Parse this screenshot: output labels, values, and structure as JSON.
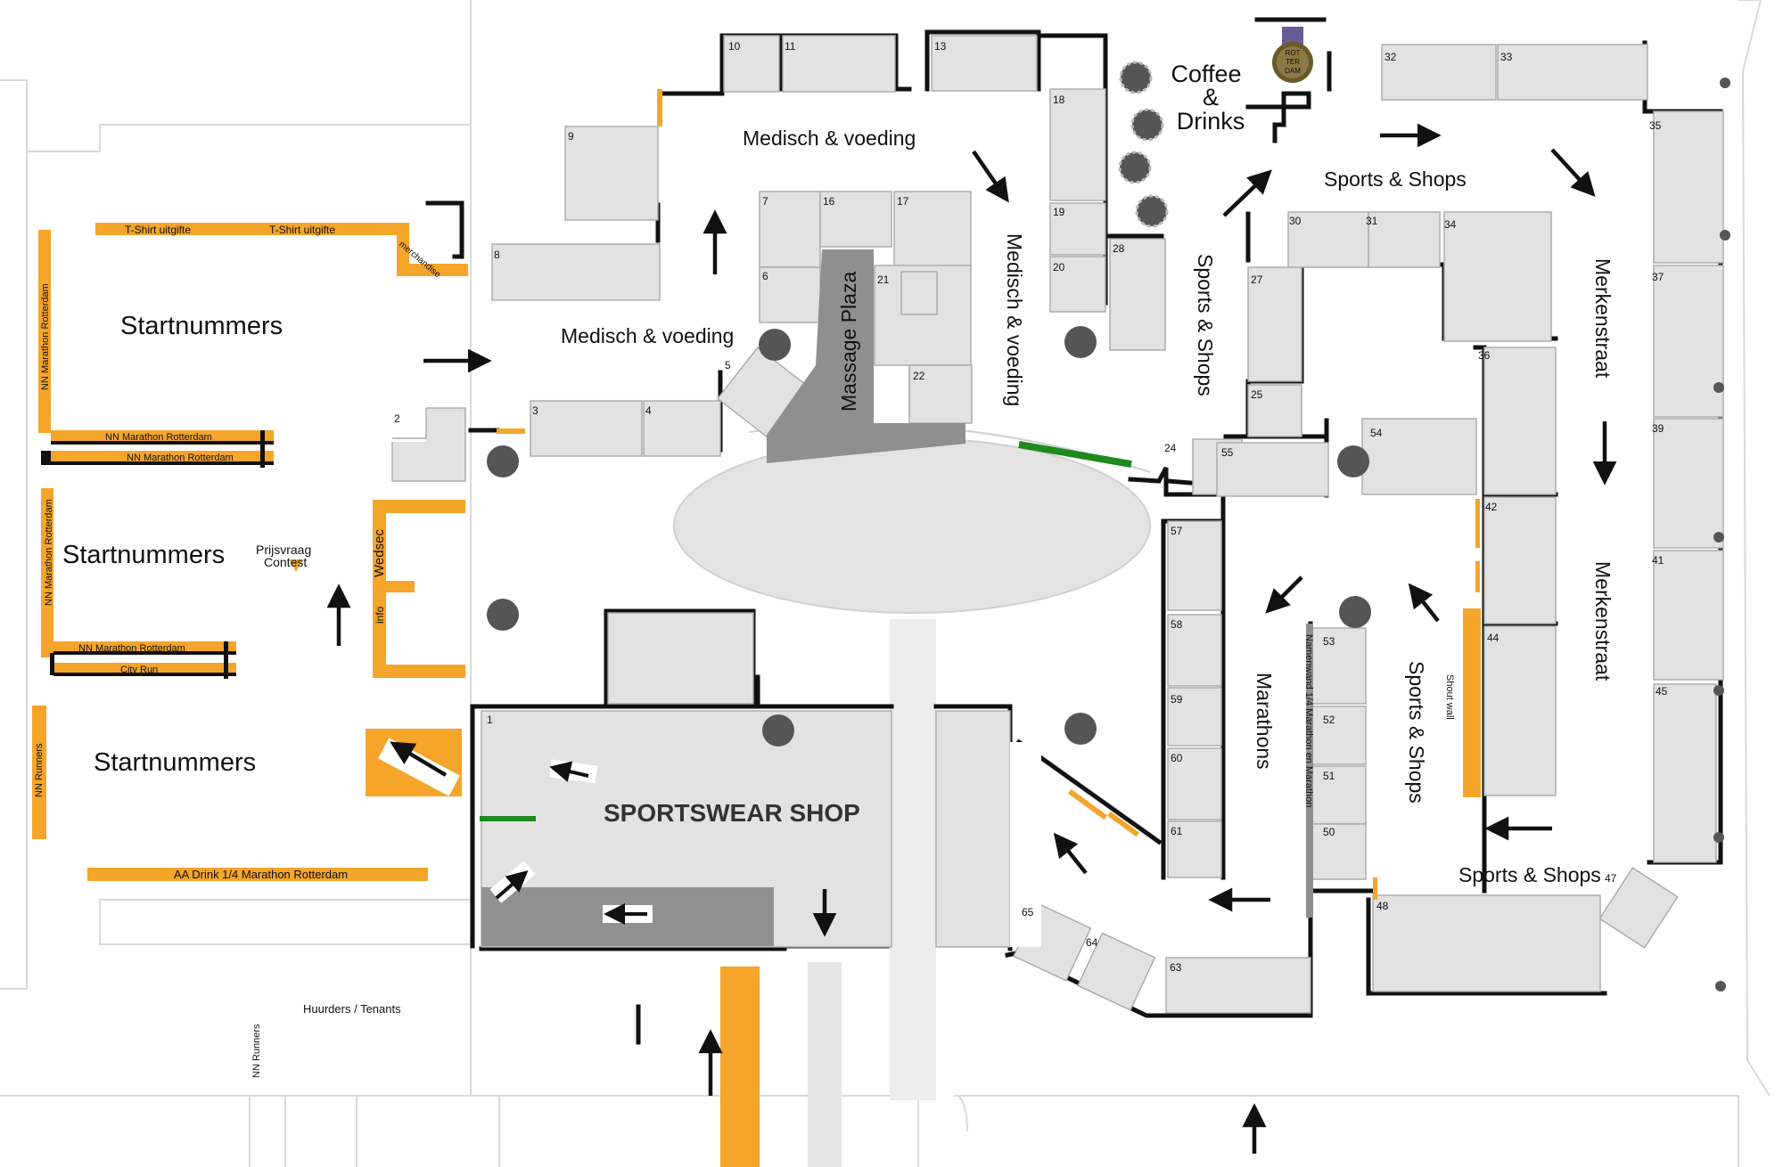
{
  "map": {
    "areas": {
      "startnummers_1": "Startnummers",
      "startnummers_2": "Startnummers",
      "startnummers_3": "Startnummers",
      "medisch_voeding_top": "Medisch & voeding",
      "medisch_voeding_mid": "Medisch & voeding",
      "medisch_voeding_vertical": "Medisch & voeding",
      "massage_plaza": "Massage Plaza",
      "coffee": "Coffee",
      "coffee_amp": "&",
      "drinks": "Drinks",
      "sports_shops_top": "Sports & Shops",
      "sports_shops_vertical": "Sports & Shops",
      "sports_shops_right_vertical": "Sports & Shops",
      "sports_shops_bottom": "Sports & Shops",
      "merkenstraat_1": "Merkenstraat",
      "merkenstraat_2": "Merkenstraat",
      "marathons": "Marathons",
      "sportswear_shop": "SPORTSWEAR SHOP"
    },
    "labels": {
      "tshirt_1": "T-Shirt uitgifte",
      "tshirt_2": "T-Shirt uitgifte",
      "merchandise": "merchandise",
      "nn_rotterdam_v1": "NN Marathon Rotterdam",
      "nn_rotterdam_h1": "NN Marathon Rotterdam",
      "nn_rotterdam_h2": "NN Marathon Rotterdam",
      "nn_rotterdam_v2": "NN Marathon Rotterdam",
      "nn_rotterdam_h3": "NN Marathon Rotterdam",
      "city_run": "City Run",
      "nn_runners_1": "NN Runners",
      "nn_runners_2": "NN Runners",
      "prijsvraag": "Prijsvraag",
      "contest": "Contest",
      "wedsec": "Wedsec",
      "info": "info",
      "aa_drink": "AA Drink 1/4 Marathon Rotterdam",
      "huurders": "Huurders / Tenants",
      "namenwand": "Namenwand 1/4 Marathon en Marathon",
      "shout_wall": "Shout wall",
      "medal_line1": "ROT",
      "medal_line2": "TER",
      "medal_line3": "DAM"
    },
    "booth_numbers": [
      "1",
      "2",
      "3",
      "4",
      "5",
      "6",
      "7",
      "8",
      "9",
      "10",
      "11",
      "13",
      "16",
      "17",
      "18",
      "19",
      "20",
      "21",
      "22",
      "24",
      "25",
      "27",
      "28",
      "30",
      "31",
      "32",
      "33",
      "34",
      "35",
      "36",
      "37",
      "39",
      "41",
      "42",
      "44",
      "45",
      "47",
      "48",
      "50",
      "51",
      "52",
      "53",
      "54",
      "55",
      "57",
      "58",
      "59",
      "60",
      "61",
      "63",
      "64",
      "65"
    ],
    "colors": {
      "booth_fill": "#e2e2e2",
      "massage_fill": "#8f8f8f",
      "accent_orange": "#f4a52a",
      "accent_green": "#1f8a1f",
      "wall": "#111111",
      "pillar": "#555555"
    }
  }
}
